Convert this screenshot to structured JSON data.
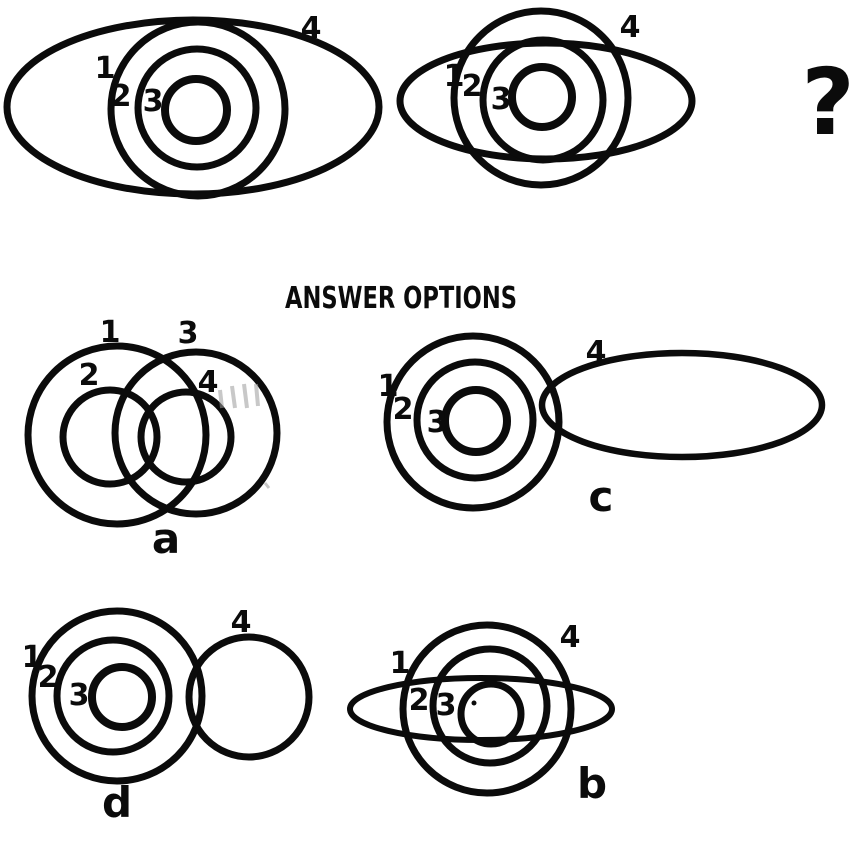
{
  "colors": {
    "ink": "#0b0b0b",
    "background": "#ffffff"
  },
  "heading": {
    "label": "ANSWER OPTIONS"
  },
  "problem": {
    "question_mark": "?",
    "figure1": {
      "labels": {
        "n1": "1",
        "n2": "2",
        "n3": "3",
        "n4": "4"
      }
    },
    "figure2": {
      "labels": {
        "n1": "1",
        "n2": "2",
        "n3": "3",
        "n4": "4"
      }
    }
  },
  "options": {
    "a": {
      "letter": "a",
      "labels": {
        "n1": "1",
        "n2": "2",
        "n3": "3",
        "n4": "4"
      }
    },
    "b": {
      "letter": "b",
      "labels": {
        "n1": "1",
        "n2": "2",
        "n3": "3",
        "n4": "4"
      }
    },
    "c": {
      "letter": "c",
      "labels": {
        "n1": "1",
        "n2": "2",
        "n3": "3",
        "n4": "4"
      }
    },
    "d": {
      "letter": "d",
      "labels": {
        "n1": "1",
        "n2": "2",
        "n3": "3",
        "n4": "4"
      }
    }
  }
}
